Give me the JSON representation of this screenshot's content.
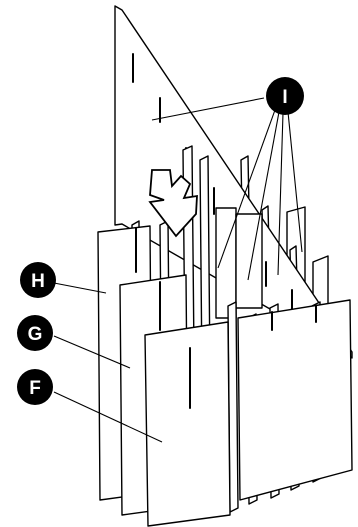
{
  "callouts": {
    "I": "I",
    "H": "H",
    "G": "G",
    "F": "F"
  }
}
